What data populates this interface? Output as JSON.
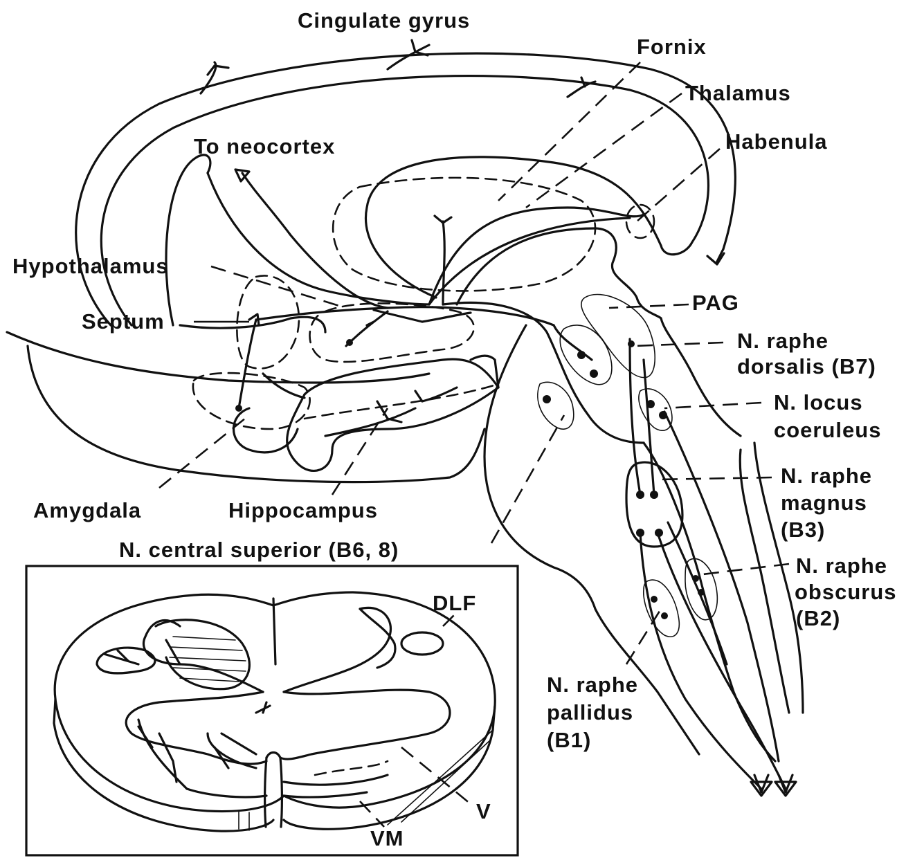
{
  "labels": {
    "cingulate_gyrus": "Cingulate gyrus",
    "fornix": "Fornix",
    "thalamus": "Thalamus",
    "habenula": "Habenula",
    "to_neocortex": "To neocortex",
    "hypothalamus": "Hypothalamus",
    "septum": "Septum",
    "pag": "PAG",
    "raphe_dorsalis_1": "N. raphe",
    "raphe_dorsalis_2": "dorsalis (B7)",
    "locus_1": "N. locus",
    "locus_2": "coeruleus",
    "raphe_magnus_1": "N. raphe",
    "raphe_magnus_2": "magnus",
    "raphe_magnus_3": "(B3)",
    "raphe_obscurus_1": "N. raphe",
    "raphe_obscurus_2": "obscurus",
    "raphe_obscurus_3": "(B2)",
    "raphe_pallidus_1": "N. raphe",
    "raphe_pallidus_2": "pallidus",
    "raphe_pallidus_3": "(B1)",
    "amygdala": "Amygdala",
    "hippocampus": "Hippocampus",
    "central_superior": "N. central superior (B6, 8)",
    "dlf": "DLF",
    "v": "V",
    "vm": "VM"
  }
}
